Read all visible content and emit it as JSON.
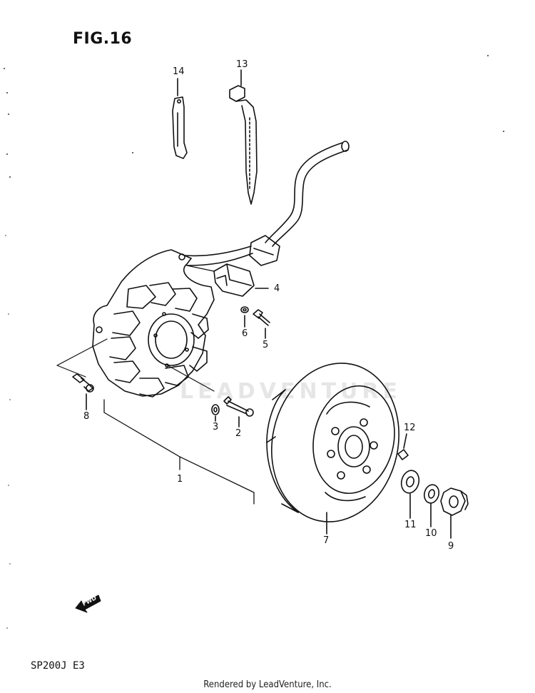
{
  "figure": {
    "title": "FIG.16"
  },
  "model_code": "SP200J  E3",
  "footer": "Rendered by LeadVenture, Inc.",
  "watermark": "LEADVENTURE",
  "fwd_arrow_label": "FWD",
  "callouts": [
    {
      "id": "1",
      "label": "1"
    },
    {
      "id": "2",
      "label": "2"
    },
    {
      "id": "3",
      "label": "3"
    },
    {
      "id": "4",
      "label": "4"
    },
    {
      "id": "5",
      "label": "5"
    },
    {
      "id": "6",
      "label": "6"
    },
    {
      "id": "7",
      "label": "7"
    },
    {
      "id": "8",
      "label": "8"
    },
    {
      "id": "9",
      "label": "9"
    },
    {
      "id": "10",
      "label": "10"
    },
    {
      "id": "11",
      "label": "11"
    },
    {
      "id": "12",
      "label": "12"
    },
    {
      "id": "13",
      "label": "13"
    },
    {
      "id": "14",
      "label": "14"
    }
  ]
}
